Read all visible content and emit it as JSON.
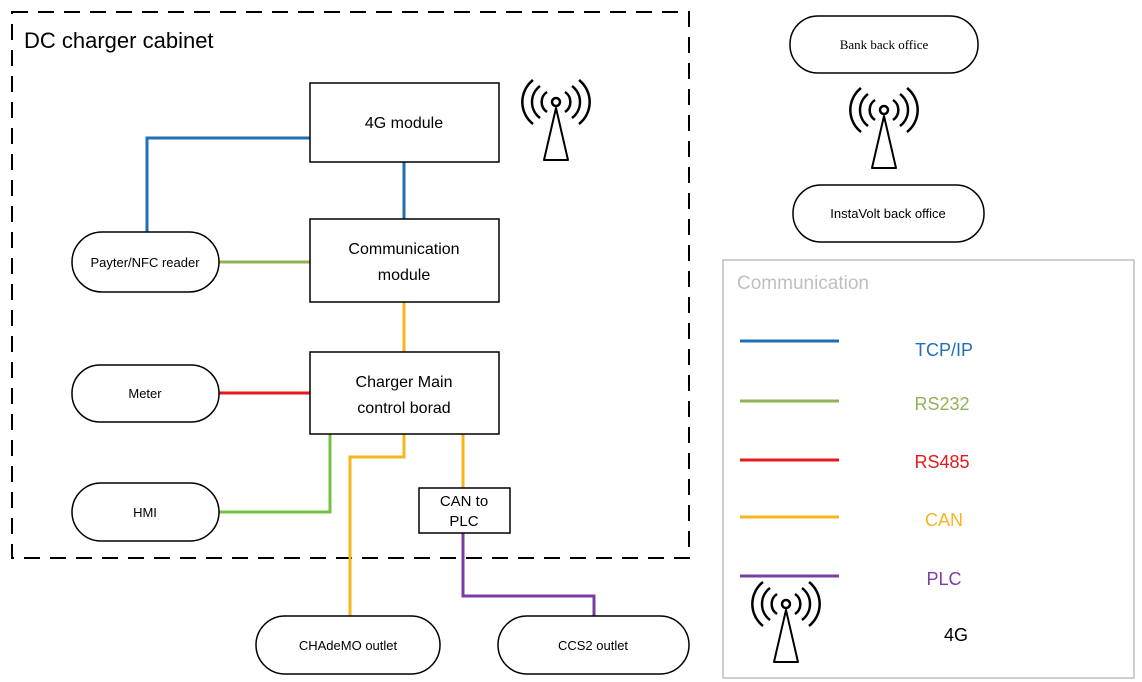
{
  "cabinet": {
    "title": "DC charger cabinet"
  },
  "nodes": {
    "module_4g": "4G module",
    "comm_module": [
      "Communication",
      "module"
    ],
    "main_board": [
      "Charger Main",
      "control borad"
    ],
    "can_to_plc": [
      "CAN to",
      "PLC"
    ],
    "payter": "Payter/NFC reader",
    "meter": "Meter",
    "hmi": "HMI",
    "chademo": "CHAdeMO outlet",
    "ccs2": "CCS2 outlet",
    "bank": "Bank back office",
    "instavolt": "InstaVolt back office"
  },
  "legend": {
    "title": "Communication",
    "items": [
      {
        "label": "TCP/IP",
        "color": "#1f6fb5"
      },
      {
        "label": "RS232",
        "color": "#8fb356"
      },
      {
        "label": "RS485",
        "color": "#e8191c"
      },
      {
        "label": "CAN",
        "color": "#f7b51e"
      },
      {
        "label": "PLC",
        "color": "#7a3ea3"
      }
    ],
    "wireless_label": "4G"
  },
  "colors": {
    "tcpip": "#1f6fb5",
    "rs232": "#8fb356",
    "rs232_hmi": "#74c043",
    "rs485": "#e8191c",
    "can": "#f7b51e",
    "plc": "#7a3ea3",
    "legend_title": "#bfbfbf"
  },
  "icons": [
    "antenna-icon"
  ]
}
